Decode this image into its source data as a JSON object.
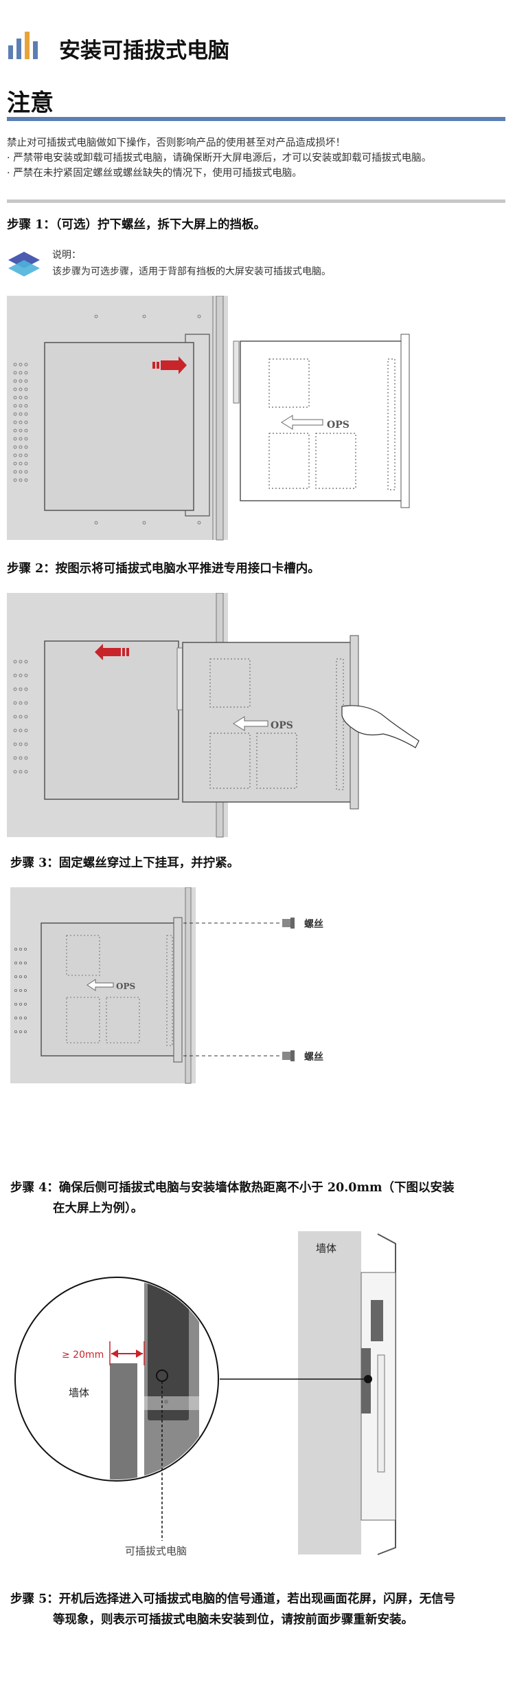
{
  "header": {
    "title": "安装可插拔式电脑",
    "logo_icon": "bar-chart-logo-icon"
  },
  "notice": {
    "heading": "注意",
    "lines": [
      "禁止对可插拔式电脑做如下操作，否则影响产品的使用甚至对产品造成损坏！",
      "· 严禁带电安装或卸载可插拔式电脑，请确保断开大屏电源后，才可以安装或卸载可插拔式电脑。",
      "· 严禁在未拧紧固定螺丝或螺丝缺失的情况下，使用可插拔式电脑。"
    ]
  },
  "steps": {
    "step1": {
      "title": "步骤 1：（可选）拧下螺丝，拆下大屏上的挡板。",
      "note_label": "说明：",
      "note_text": "该步骤为可选步骤，适用于背部有挡板的大屏安装可插拔式电脑。",
      "ops_label": "OPS"
    },
    "step2": {
      "title": "步骤 2：按图示将可插拔式电脑水平推进专用接口卡槽内。",
      "ops_label": "OPS"
    },
    "step3": {
      "title": "步骤 3：固定螺丝穿过上下挂耳，并拧紧。",
      "ops_label": "OPS",
      "screw_top": "螺丝",
      "screw_bottom": "螺丝"
    },
    "step4": {
      "title_line1": "步骤 4：确保后侧可插拔式电脑与安装墙体散热距离不小于 20.0mm（下图以安装",
      "title_line2": "在大屏上为例）。",
      "wall_label_top": "墙体",
      "wall_label_circle": "墙体",
      "distance_label": "≥ 20mm",
      "pc_label": "可插拔式电脑"
    },
    "step5": {
      "title_line1": "步骤 5：开机后选择进入可插拔式电脑的信号通道，若出现画面花屏，闪屏，无信号",
      "title_line2": "等现象，则表示可插拔式电脑未安装到位，请按前面步骤重新安装。"
    }
  },
  "colors": {
    "accent_blue": "#5b7fb3",
    "arrow_red": "#c8242a",
    "logo_orange": "#e8a33a",
    "panel_gray": "#d9d9d9"
  }
}
